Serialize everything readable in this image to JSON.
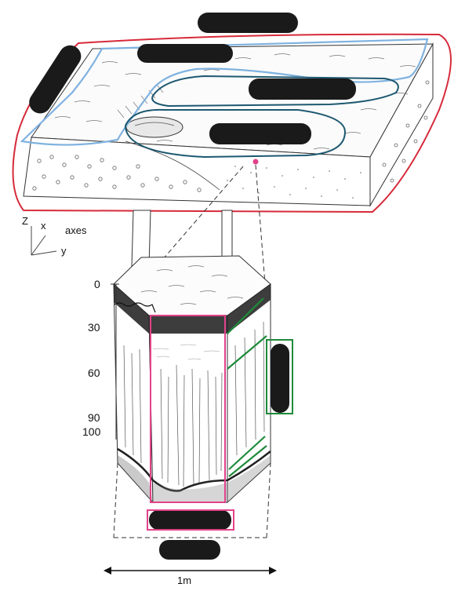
{
  "axes": {
    "z": "Z",
    "x": "x",
    "y": "y",
    "label": "axes"
  },
  "depth_scale": {
    "d0": "0",
    "d30": "30",
    "d60": "60",
    "d90": "90",
    "d100": "100"
  },
  "scale_bar": {
    "label": "1m"
  },
  "colors": {
    "landscape_outline": "#d62a3a",
    "ground_surface_outline": "#7fb2e0",
    "region_outline": "#1d5870",
    "profile_face_outline": "#e2428a",
    "horizon_outline": "#1f8a3a",
    "redaction": "#1a1a1a"
  }
}
